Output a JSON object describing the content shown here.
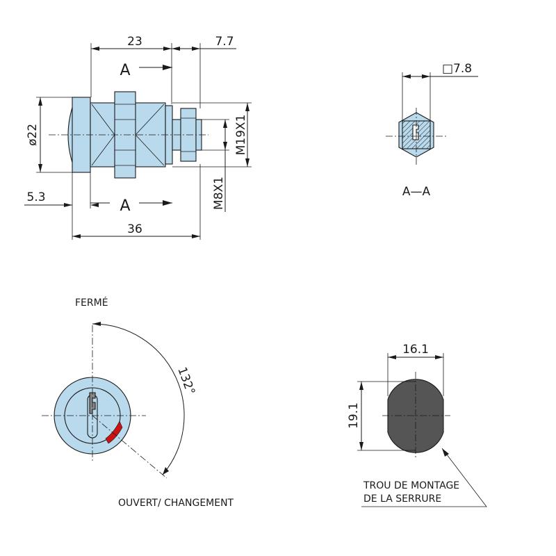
{
  "side_view": {
    "dim_top_1": "23",
    "dim_top_2": "7.7",
    "section_mark": "A",
    "dim_dia": "ø22",
    "dim_thread_large": "M19X1",
    "dim_thread_small": "M8X1",
    "dim_offset": "5.3",
    "dim_overall": "36"
  },
  "section_view": {
    "dim_square": "□7.8",
    "caption": "A—A"
  },
  "rotation_view": {
    "closed_label": "FERMÉ",
    "angle": "132°",
    "open_label": "OUVERT/ CHANGEMENT"
  },
  "mounting_hole": {
    "dim_width": "16.1",
    "dim_height": "19.1",
    "caption_line1": "TROU DE MONTAGE",
    "caption_line2": "DE LA SERRURE"
  },
  "colors": {
    "metal": "#b9d9ec",
    "hole_fill": "#555555",
    "indicator": "#cc1111",
    "line": "#1a1a1a"
  }
}
